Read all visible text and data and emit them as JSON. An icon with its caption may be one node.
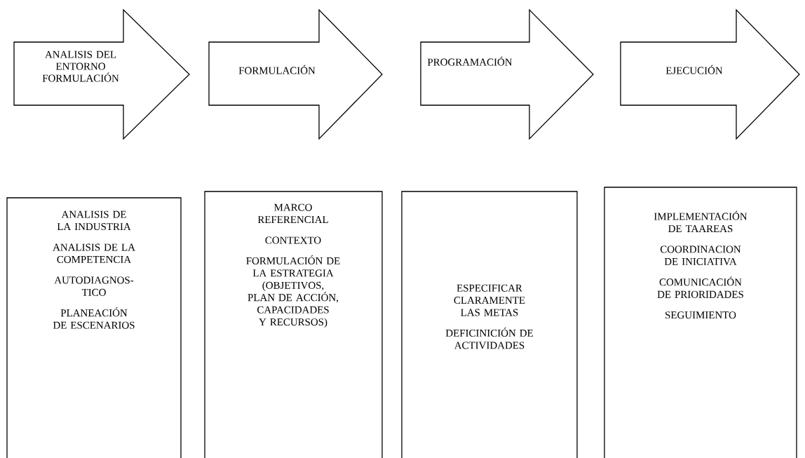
{
  "diagram": {
    "nodes": [
      {
        "text": [
          "ANALISIS DEL ENTORNO FORMULACIÓN"
        ]
      },
      {
        "text": [
          "FORMULACIÓN"
        ]
      },
      {
        "text": [
          "PROGRAMACIÓN"
        ]
      },
      {
        "text": [
          "EJECUCIÓN"
        ]
      },
      {
        "text": [
          "ANALISIS DE LA INDUSTRIA",
          "ANALISIS DE LA COMPETENCIA",
          "AUTODIAGNOS-TICO",
          "PLANEACIÓN DE ESCENARIOS"
        ]
      },
      {
        "text": [
          "MARCO REFERENCIAL",
          "CONTEXTO",
          "FORMULACIÓN DE LA ESTRATEGIA (OBJETIVOS, PLAN DE ACCIÓN, CAPACIDADES Y RECURSOS)"
        ]
      },
      {
        "text": [
          "ESPECIFICAR CLARAMENTE LAS METAS",
          "DEFICINICIÓN DE ACTIVIDADES"
        ]
      },
      {
        "text": [
          "IMPLEMENTACIÓN DE TAAREAS",
          "COORDINACION DE INICIATIVA",
          "COMUNICACIÓN DE PRIORIDADES",
          "SEGUIMIENTO"
        ]
      }
    ]
  }
}
